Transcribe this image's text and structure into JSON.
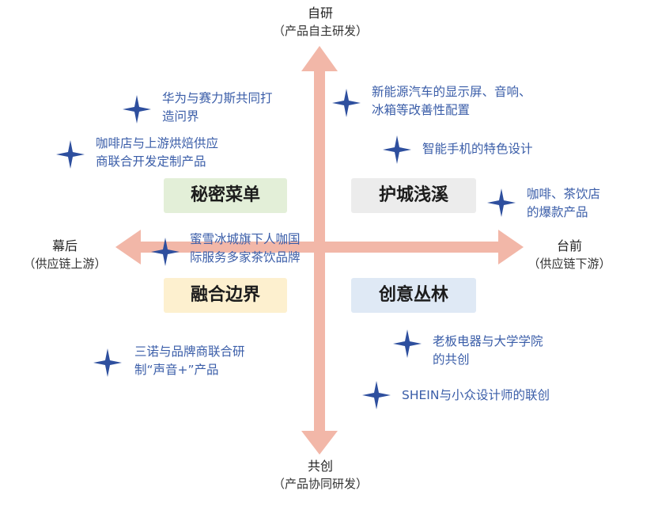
{
  "axes": {
    "top": {
      "title": "自研",
      "subtitle": "（产品自主研发）"
    },
    "bottom": {
      "title": "共创",
      "subtitle": "（产品协同研发）"
    },
    "left": {
      "title": "幕后",
      "subtitle": "（供应链上游）"
    },
    "right": {
      "title": "台前",
      "subtitle": "（供应链下游）"
    }
  },
  "quadrants": {
    "top_left": {
      "label": "秘密菜单",
      "color": "#e3efd8"
    },
    "top_right": {
      "label": "护城浅溪",
      "color": "#ececec"
    },
    "bottom_left": {
      "label": "融合边界",
      "color": "#fdf0cf"
    },
    "bottom_right": {
      "label": "创意丛林",
      "color": "#dfe9f5"
    }
  },
  "items": [
    {
      "lines": [
        "华为与赛力斯共同打",
        "造问界"
      ]
    },
    {
      "lines": [
        "咖啡店与上游烘焙供应",
        "商联合开发定制产品"
      ]
    },
    {
      "lines": [
        "新能源汽车的显示屏、音响、",
        "冰箱等改善性配置"
      ]
    },
    {
      "lines": [
        "智能手机的特色设计"
      ]
    },
    {
      "lines": [
        "咖啡、茶饮店",
        "的爆款产品"
      ]
    },
    {
      "lines": [
        "蜜雪冰城旗下人咖国",
        "际服务多家茶饮品牌"
      ]
    },
    {
      "lines": [
        "三诺与品牌商联合研",
        "制“声音+”产品"
      ]
    },
    {
      "lines": [
        "老板电器与大学学院",
        "的共创"
      ]
    },
    {
      "lines": [
        "SHEIN与小众设计师的联创"
      ]
    }
  ],
  "colors": {
    "arrow": "#f2b7a8",
    "star": "#2e4f9e",
    "item_text": "#3a5da8"
  },
  "icons": {
    "item_marker": "four-point-star-icon"
  }
}
